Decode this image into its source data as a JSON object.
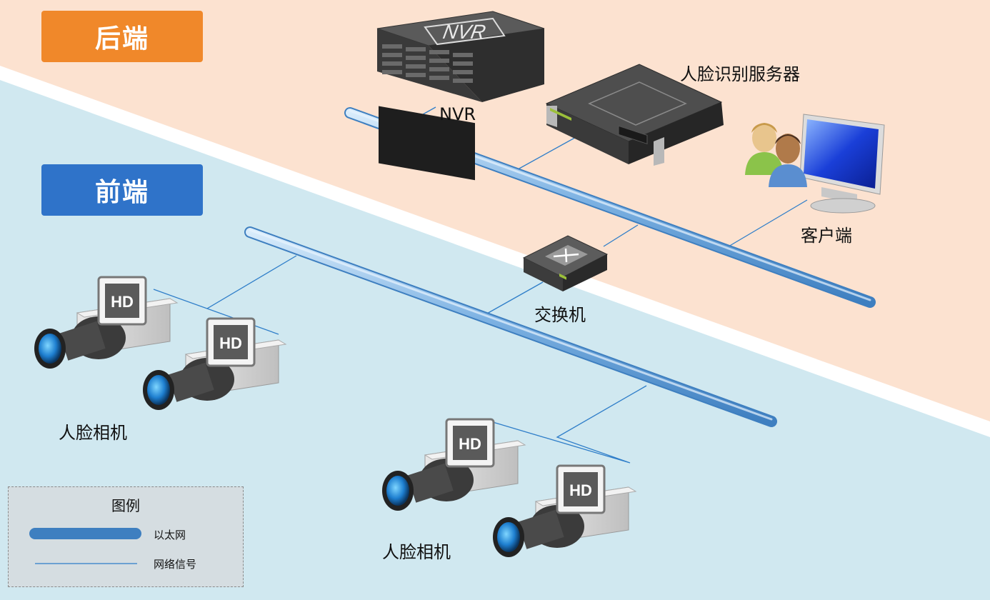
{
  "zones": {
    "backend": "后端",
    "frontend": "前端"
  },
  "devices": {
    "nvr": "NVR",
    "nvr_panel_text": "NVR",
    "face_server": "人脸识别服务器",
    "client": "客户端",
    "switch": "交换机",
    "face_camera_group_1": "人脸相机",
    "face_camera_group_2": "人脸相机",
    "camera_badge": "HD"
  },
  "legend": {
    "title": "图例",
    "ethernet": "以太网",
    "network_signal": "网络信号"
  },
  "colors": {
    "backend_bg": "#fce2d0",
    "frontend_bg": "#d0e8f0",
    "backend_label": "#f0882a",
    "frontend_label": "#2f73c9",
    "ethernet": "#6fa8dc",
    "signal_line": "#2f7ec9"
  },
  "icons": [
    "nvr-server-icon",
    "face-server-icon",
    "client-workstation-icon",
    "network-switch-icon",
    "hd-camera-icon"
  ]
}
